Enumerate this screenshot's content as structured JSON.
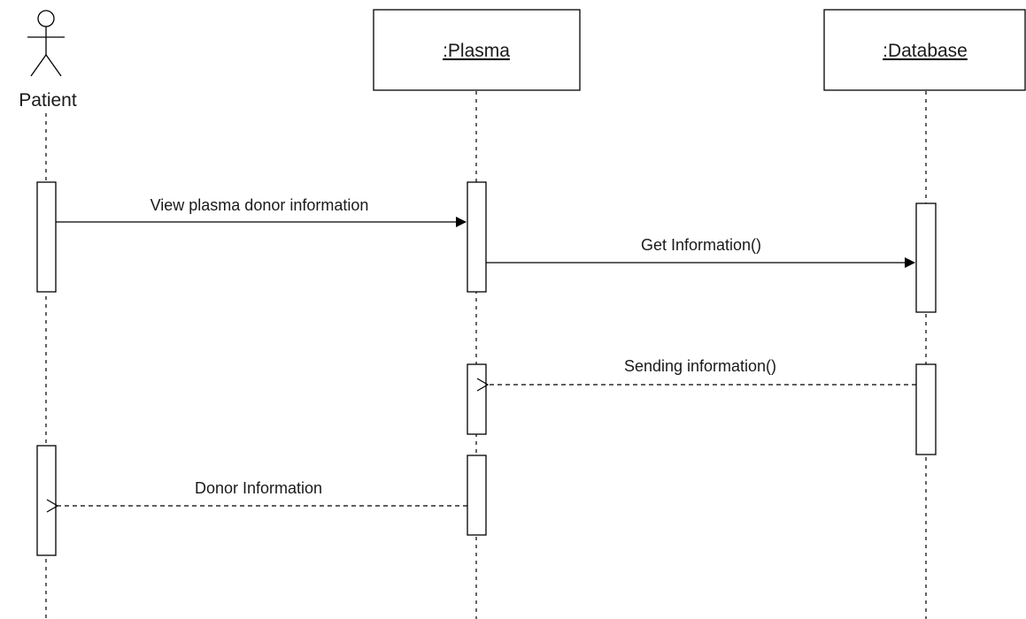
{
  "participants": {
    "patient": {
      "label": "Patient"
    },
    "plasma": {
      "label": ":Plasma"
    },
    "database": {
      "label": ":Database"
    }
  },
  "messages": {
    "m1": {
      "label": "View plasma donor information"
    },
    "m2": {
      "label": "Get Information()"
    },
    "m3": {
      "label": "Sending information()"
    },
    "m4": {
      "label": "Donor Information"
    }
  }
}
